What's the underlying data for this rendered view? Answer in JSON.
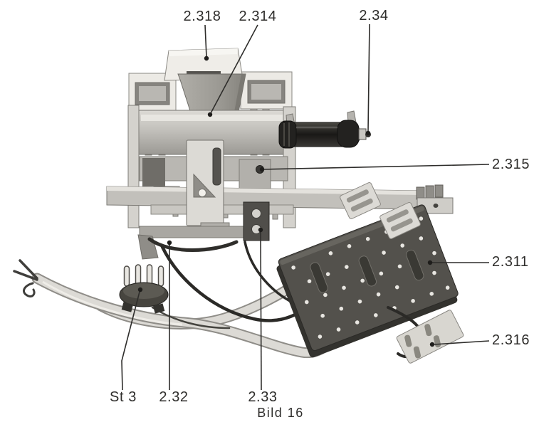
{
  "figure": {
    "caption": "Bild 16"
  },
  "part_labels": [
    {
      "text": "2.318",
      "position": "top"
    },
    {
      "text": "2.314",
      "position": "top"
    },
    {
      "text": "2.34",
      "position": "top"
    },
    {
      "text": "2.315",
      "position": "right"
    },
    {
      "text": "2.311",
      "position": "right"
    },
    {
      "text": "2.316",
      "position": "right"
    },
    {
      "text": "St 3",
      "position": "bottom"
    },
    {
      "text": "2.32",
      "position": "bottom"
    },
    {
      "text": "2.33",
      "position": "bottom"
    }
  ],
  "colors": {
    "background": "#ffffff",
    "ink": "#2e2d2b",
    "metal_light": "#eceae5",
    "metal_mid": "#b5b3ae",
    "metal_body": "#c6c4bf",
    "plate_dark": "#53514c",
    "cylinder_dark": "#26251f",
    "cable": "#dcdad5"
  }
}
